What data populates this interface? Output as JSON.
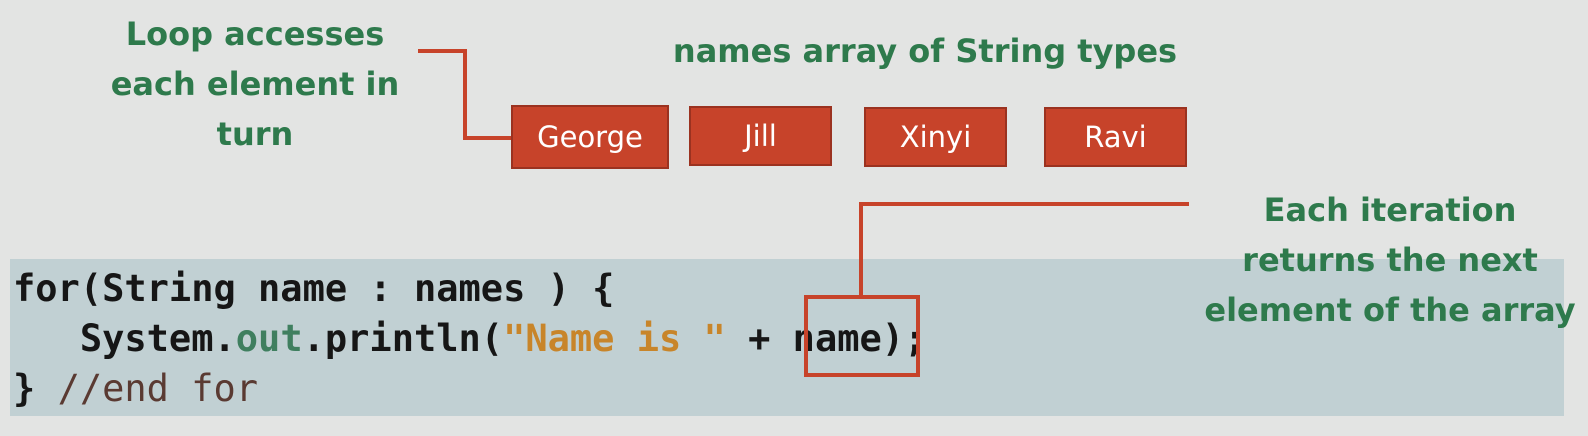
{
  "annotations": {
    "loop_label": "Loop accesses\neach element in\nturn",
    "array_label": "names array of String types",
    "iteration_label": "Each iteration\nreturns the next\nelement of the array"
  },
  "array_elements": [
    "George",
    "Jill",
    "Xinyi",
    "Ravi"
  ],
  "code": {
    "line1": "for(String name : names ) {",
    "line2_indent": "   ",
    "line2_object": "System.",
    "line2_field": "out",
    "line2_method": ".println(",
    "line2_string": "\"Name is \"",
    "line2_concat": " + ",
    "line2_var": "name",
    "line2_end": ");",
    "line3_brace": "} ",
    "line3_comment": "//end for"
  },
  "colors": {
    "background": "#e3e4e3",
    "accent_red": "#c7432a",
    "label_green": "#2e7a4c",
    "code_panel": "#c1d0d3",
    "string_literal": "#c8852a",
    "field": "#3f7f5f"
  }
}
